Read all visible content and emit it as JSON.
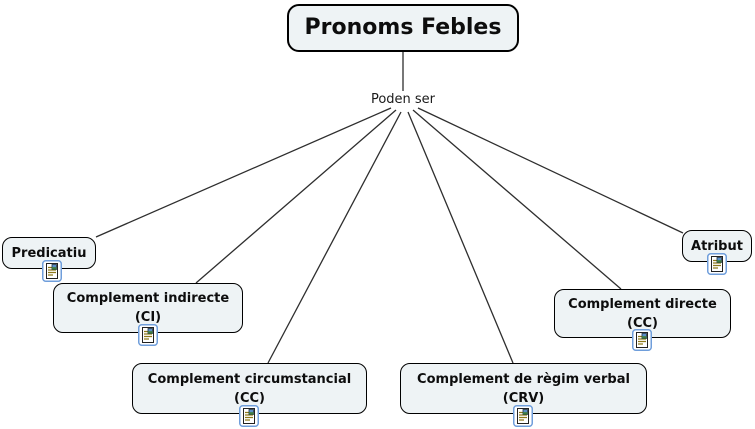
{
  "diagram": {
    "title": "Pronoms Febles",
    "linking_phrase": "Poden ser",
    "nodes": [
      {
        "line1": "Predicatiu",
        "line2": ""
      },
      {
        "line1": "Complement indirecte",
        "line2": "(CI)"
      },
      {
        "line1": "Complement circumstancial",
        "line2": "(CC)"
      },
      {
        "line1": "Complement de règim verbal",
        "line2": "(CRV)"
      },
      {
        "line1": "Complement directe",
        "line2": "(CC)"
      },
      {
        "line1": "Atribut",
        "line2": ""
      }
    ],
    "icon_meaning": "attached-resource-document-icon",
    "colors": {
      "node_fill": "#eef3f5",
      "node_border": "#000000",
      "connector": "#2e2e2e",
      "icon_frame": "#6f9edb"
    }
  }
}
